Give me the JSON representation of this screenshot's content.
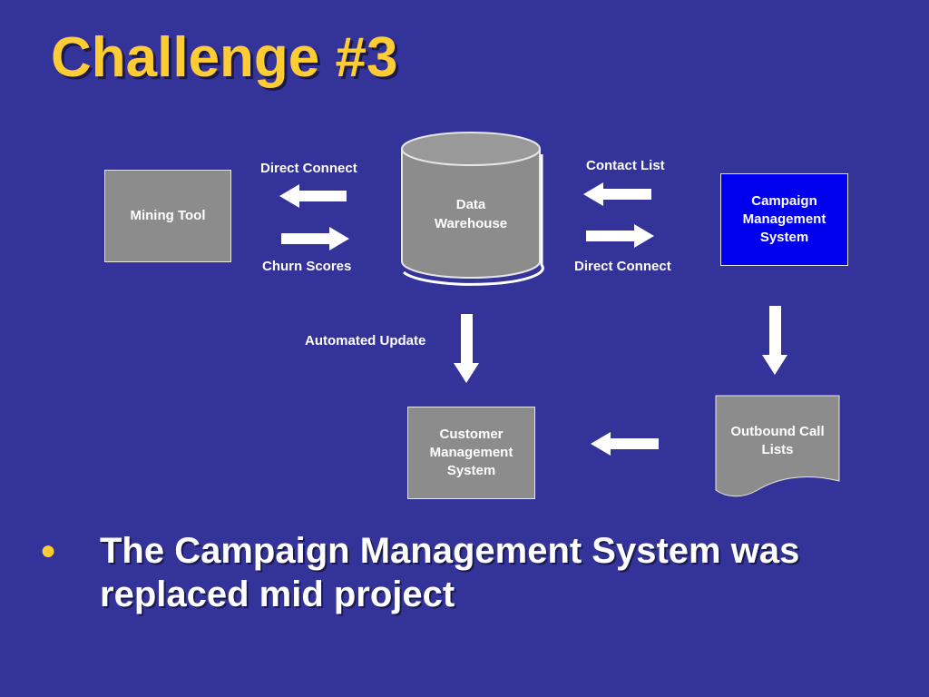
{
  "slide": {
    "title": "Challenge #3",
    "bullet_text": "The Campaign Management System was replaced mid project"
  },
  "diagram": {
    "nodes": {
      "mining_tool": "Mining Tool",
      "data_warehouse_line1": "Data",
      "data_warehouse_line2": "Warehouse",
      "campaign_line1": "Campaign",
      "campaign_line2": "Management",
      "campaign_line3": "System",
      "customer_line1": "Customer",
      "customer_line2": "Management",
      "customer_line3": "System",
      "outbound_line1": "Outbound Call",
      "outbound_line2": "Lists"
    },
    "edges": {
      "direct_connect_left": "Direct Connect",
      "churn_scores": "Churn Scores",
      "contact_list": "Contact List",
      "direct_connect_right": "Direct Connect",
      "automated_update": "Automated Update"
    }
  },
  "colors": {
    "background": "#333399",
    "title": "#ffcc33",
    "node_gray": "#8c8c8c",
    "node_blue": "#0000ee",
    "arrow": "#ffffff"
  }
}
